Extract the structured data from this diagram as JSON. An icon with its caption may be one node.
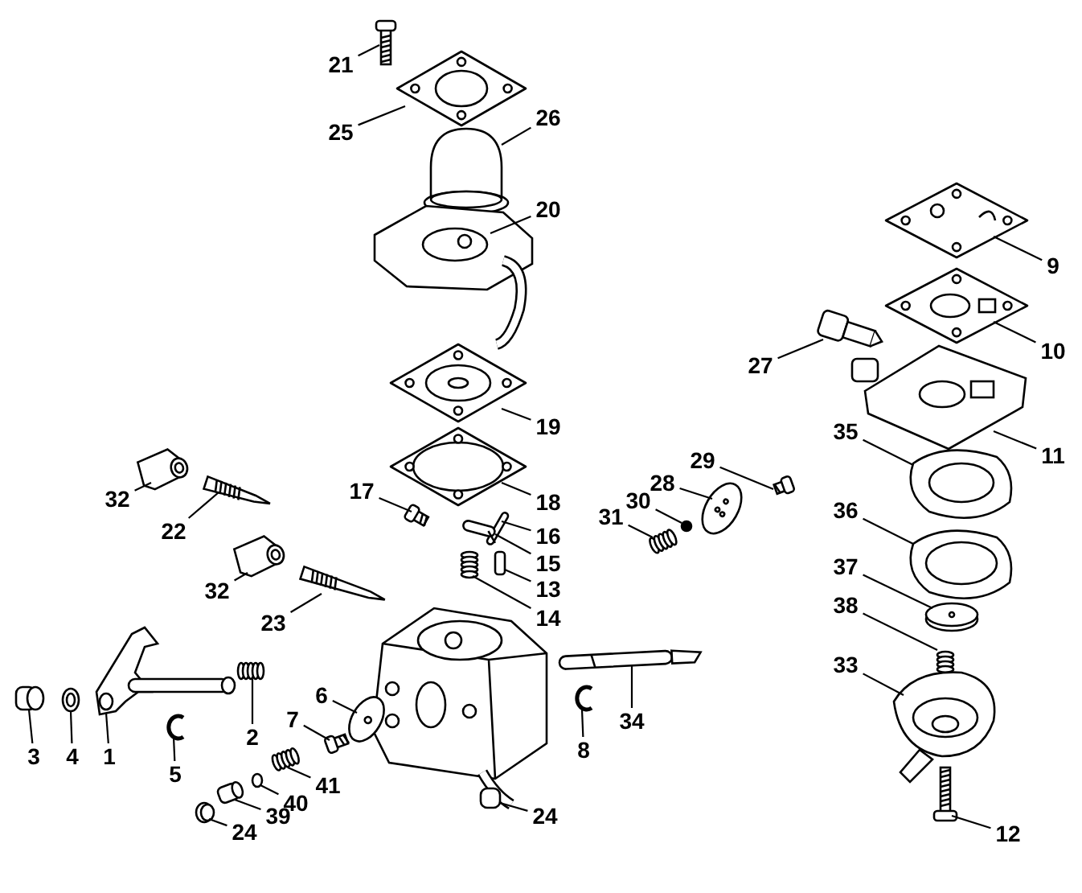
{
  "diagram": {
    "nodes": [
      {
        "text": [
          "21"
        ]
      },
      {
        "text": [
          "25"
        ]
      },
      {
        "text": [
          "26"
        ]
      },
      {
        "text": [
          "20"
        ]
      },
      {
        "text": [
          "9"
        ]
      },
      {
        "text": [
          "10"
        ]
      },
      {
        "text": [
          "27"
        ]
      },
      {
        "text": [
          "19"
        ]
      },
      {
        "text": [
          "11"
        ]
      },
      {
        "text": [
          "32"
        ]
      },
      {
        "text": [
          "29"
        ]
      },
      {
        "text": [
          "28"
        ]
      },
      {
        "text": [
          "35"
        ]
      },
      {
        "text": [
          "22"
        ]
      },
      {
        "text": [
          "17"
        ]
      },
      {
        "text": [
          "18"
        ]
      },
      {
        "text": [
          "30"
        ]
      },
      {
        "text": [
          "31"
        ]
      },
      {
        "text": [
          "16"
        ]
      },
      {
        "text": [
          "36"
        ]
      },
      {
        "text": [
          "15"
        ]
      },
      {
        "text": [
          "32"
        ]
      },
      {
        "text": [
          "13"
        ]
      },
      {
        "text": [
          "37"
        ]
      },
      {
        "text": [
          "23"
        ]
      },
      {
        "text": [
          "14"
        ]
      },
      {
        "text": [
          "38"
        ]
      },
      {
        "text": [
          "33"
        ]
      },
      {
        "text": [
          "3"
        ]
      },
      {
        "text": [
          "4"
        ]
      },
      {
        "text": [
          "1"
        ]
      },
      {
        "text": [
          "5"
        ]
      },
      {
        "text": [
          "2"
        ]
      },
      {
        "text": [
          "7"
        ]
      },
      {
        "text": [
          "6"
        ]
      },
      {
        "text": [
          "8"
        ]
      },
      {
        "text": [
          "34"
        ]
      },
      {
        "text": [
          "41"
        ]
      },
      {
        "text": [
          "40"
        ]
      },
      {
        "text": [
          "39"
        ]
      },
      {
        "text": [
          "24"
        ]
      },
      {
        "text": [
          "24"
        ]
      },
      {
        "text": [
          "12"
        ]
      },
      {
        "text": [],
        "shape": "picture"
      },
      {
        "text": [],
        "shape": "picture"
      },
      {
        "text": [],
        "shape": "box"
      },
      {
        "text": [],
        "shape": "picture"
      },
      {
        "text": [],
        "shape": "picture"
      },
      {
        "text": [],
        "shape": "picture"
      },
      {
        "text": [],
        "shape": "picture"
      },
      {
        "text": [],
        "shape": "picture"
      },
      {
        "text": [],
        "shape": "picture"
      },
      {
        "text": [],
        "shape": "picture"
      },
      {
        "text": [],
        "shape": "box"
      },
      {
        "text": [],
        "shape": "picture"
      },
      {
        "text": [],
        "shape": "picture"
      },
      {
        "text": [],
        "shape": "picture"
      },
      {
        "text": [],
        "shape": "box"
      },
      {
        "text": [],
        "shape": "picture"
      },
      {
        "text": [],
        "shape": "circle"
      },
      {
        "text": [],
        "shape": "picture"
      },
      {
        "text": [],
        "shape": "picture"
      },
      {
        "text": [],
        "shape": "picture"
      },
      {
        "text": [],
        "shape": "bar"
      },
      {
        "text": [],
        "shape": "picture"
      },
      {
        "text": [],
        "shape": "box"
      },
      {
        "text": [],
        "shape": "picture"
      },
      {
        "text": [],
        "shape": "picture"
      },
      {
        "text": [],
        "shape": "picture"
      },
      {
        "text": [],
        "shape": "picture"
      },
      {
        "text": [],
        "shape": "picture"
      },
      {
        "text": [],
        "shape": "cylinder"
      },
      {
        "text": [],
        "shape": "picture"
      },
      {
        "text": [],
        "shape": "picture"
      },
      {
        "text": [],
        "shape": "picture"
      },
      {
        "text": [],
        "shape": "picture"
      },
      {
        "text": [],
        "shape": "box"
      },
      {
        "text": [],
        "shape": "picture"
      },
      {
        "text": [],
        "shape": "picture"
      },
      {
        "text": [],
        "shape": "picture"
      },
      {
        "text": [],
        "shape": "picture"
      },
      {
        "text": [],
        "shape": "circle"
      },
      {
        "text": [],
        "shape": "cylinder"
      },
      {
        "text": [],
        "shape": "picture"
      },
      {
        "text": [],
        "shape": "box"
      },
      {
        "text": [],
        "shape": "picture"
      }
    ],
    "edges": [
      {
        "from": 0,
        "to": 43,
        "arrow": "none"
      },
      {
        "from": 1,
        "to": 44,
        "arrow": "none"
      },
      {
        "from": 2,
        "to": 45,
        "arrow": "none"
      },
      {
        "from": 3,
        "to": 46,
        "arrow": "none"
      },
      {
        "from": 4,
        "to": 47,
        "arrow": "none"
      },
      {
        "from": 5,
        "to": 48,
        "arrow": "none"
      },
      {
        "from": 6,
        "to": 49,
        "arrow": "none"
      },
      {
        "from": 7,
        "to": 50,
        "arrow": "none"
      },
      {
        "from": 8,
        "to": 51,
        "arrow": "none"
      },
      {
        "from": 9,
        "to": 52,
        "arrow": "none"
      },
      {
        "from": 10,
        "to": 53,
        "arrow": "none"
      },
      {
        "from": 11,
        "to": 54,
        "arrow": "none"
      },
      {
        "from": 12,
        "to": 55,
        "arrow": "none"
      },
      {
        "from": 13,
        "to": 56,
        "arrow": "none"
      },
      {
        "from": 14,
        "to": 57,
        "arrow": "none"
      },
      {
        "from": 15,
        "to": 58,
        "arrow": "none"
      },
      {
        "from": 16,
        "to": 59,
        "arrow": "none"
      },
      {
        "from": 17,
        "to": 60,
        "arrow": "none"
      },
      {
        "from": 18,
        "to": 61,
        "arrow": "none"
      },
      {
        "from": 19,
        "to": 62,
        "arrow": "none"
      },
      {
        "from": 20,
        "to": 63,
        "arrow": "none"
      },
      {
        "from": 21,
        "to": 64,
        "arrow": "none"
      },
      {
        "from": 22,
        "to": 65,
        "arrow": "none"
      },
      {
        "from": 23,
        "to": 66,
        "arrow": "none"
      },
      {
        "from": 24,
        "to": 67,
        "arrow": "none"
      },
      {
        "from": 25,
        "to": 68,
        "arrow": "none"
      },
      {
        "from": 26,
        "to": 69,
        "arrow": "none"
      },
      {
        "from": 27,
        "to": 70,
        "arrow": "none"
      },
      {
        "from": 28,
        "to": 71,
        "arrow": "none"
      },
      {
        "from": 29,
        "to": 72,
        "arrow": "none"
      },
      {
        "from": 30,
        "to": 73,
        "arrow": "none"
      },
      {
        "from": 31,
        "to": 74,
        "arrow": "none"
      },
      {
        "from": 32,
        "to": 75,
        "arrow": "none"
      },
      {
        "from": 33,
        "to": 76,
        "arrow": "none"
      },
      {
        "from": 34,
        "to": 77,
        "arrow": "none"
      },
      {
        "from": 35,
        "to": 78,
        "arrow": "none"
      },
      {
        "from": 36,
        "to": 79,
        "arrow": "none"
      },
      {
        "from": 37,
        "to": 80,
        "arrow": "none"
      },
      {
        "from": 38,
        "to": 81,
        "arrow": "none"
      },
      {
        "from": 39,
        "to": 82,
        "arrow": "none"
      },
      {
        "from": 40,
        "to": 83,
        "arrow": "none"
      },
      {
        "from": 41,
        "to": 84,
        "arrow": "none"
      },
      {
        "from": 42,
        "to": 85,
        "arrow": "none"
      }
    ]
  }
}
